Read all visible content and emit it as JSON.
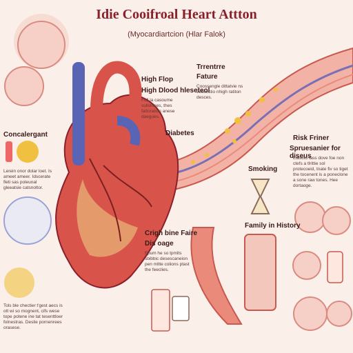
{
  "title": "Idie Cooifroal Heart Attton",
  "subtitle": "(Myocardiartcion (Hlar Falok)",
  "labels": {
    "high_flop": "High Flop",
    "high_blood": "High Dlood hleseteol",
    "high_body": "Full la casoume sullsloees, thes fattoration anese daegues.",
    "trentre": "Trrentrre",
    "fature": "Fature",
    "trentre_body": "Coossengle dittatvie ns vescectio nhigh ratiton desces.",
    "concalergant": "Concalergant",
    "conc_body": "Lerein onor dolar loet. Is ameet ameer. Idscerate fleti sas poleunal gleeatsie catsnoltor.",
    "diabetes": "Diabetes",
    "risk": "Risk Friner",
    "spruesanier": "Spruesanier for diseus",
    "risk_body": "Ltastsd tass dove foe non ctefs a tlrittie sol protecoeid, tnate fiv so tiget the tocenent is a poneclone a sone raw tones. Hee dortaoge.",
    "smoking": "Smoking",
    "family": "Family in History",
    "crigh": "Crigh bine Faire",
    "disoage": "Dis oage",
    "crigh_body": "Fpum he so tpmlts sbibbic desescaneion pen mltte colions ptast the feeclies.",
    "bottom_left": "Tols ble chectier t'gest aecs is ott wi so mognent, cifs wese tope potene ine tat tesenttloer folnestras. Deslie pornenrees orasese."
  }
}
